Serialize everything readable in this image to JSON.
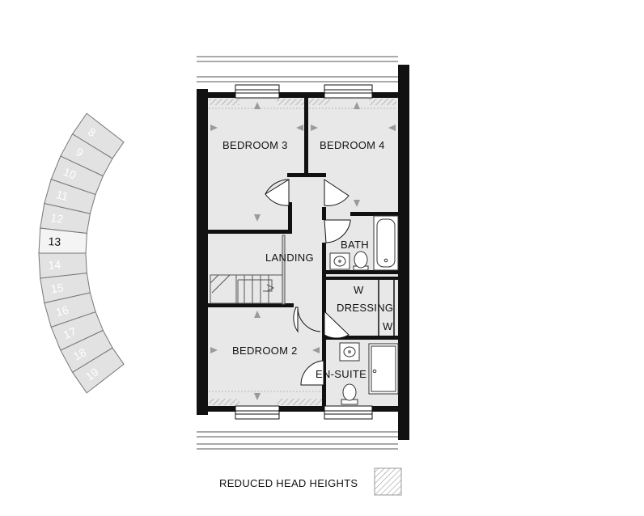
{
  "rooms": {
    "bedroom3": "BEDROOM 3",
    "bedroom4": "BEDROOM 4",
    "landing": "LANDING",
    "bath": "BATH",
    "dressing": "DRESSING",
    "wardrobe_top": "W",
    "wardrobe_right": "W",
    "bedroom2": "BEDROOM 2",
    "en_suite": "EN-SUITE"
  },
  "key": {
    "reduced_head_heights": "REDUCED HEAD HEIGHTS"
  },
  "site_plan": {
    "plots": [
      "19",
      "18",
      "17",
      "16",
      "15",
      "14",
      "13",
      "12",
      "11",
      "10",
      "9",
      "8"
    ],
    "highlighted": "13"
  },
  "colors": {
    "wall": "#111111",
    "floor": "#e8e8e8",
    "plot_fill": "#e2e2e2",
    "plot_highlight": "#f4f4f4",
    "arrow": "#9a9a9a",
    "hatch": "#9a9a9a"
  }
}
